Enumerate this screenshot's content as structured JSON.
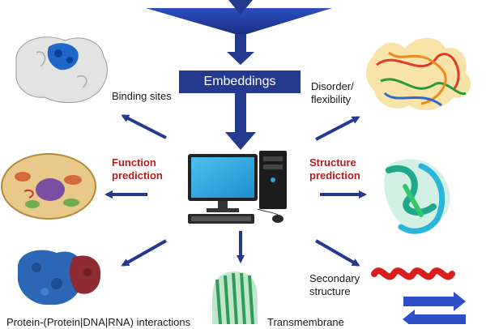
{
  "colors": {
    "arrow": "#233a8e",
    "embedding_box": "#233a8e",
    "label_red": "#b01e22",
    "monitor_screen": "#29a7e0"
  },
  "diagram": {
    "center_box": "Embeddings",
    "left_hub": "Function prediction",
    "right_hub": "Structure prediction",
    "outputs": {
      "binding_sites": "Binding sites",
      "disorder": "Disorder/ flexibility",
      "secondary_structure": "Secondary structure",
      "interactions": "Protein-(Protein|DNA|RNA) interactions",
      "transmembrane": "Transmembrane"
    }
  },
  "icons": {
    "center": "computer-workstation-icon",
    "binding": "protein-surface-binding-icon",
    "cell": "eukaryotic-cell-icon",
    "complex": "protein-complex-icon",
    "barrel": "beta-barrel-icon",
    "disorder": "disordered-ensemble-icon",
    "fold": "protein-fold-ribbon-icon",
    "helix": "alpha-helix-icon",
    "sheet": "beta-sheet-icon"
  }
}
